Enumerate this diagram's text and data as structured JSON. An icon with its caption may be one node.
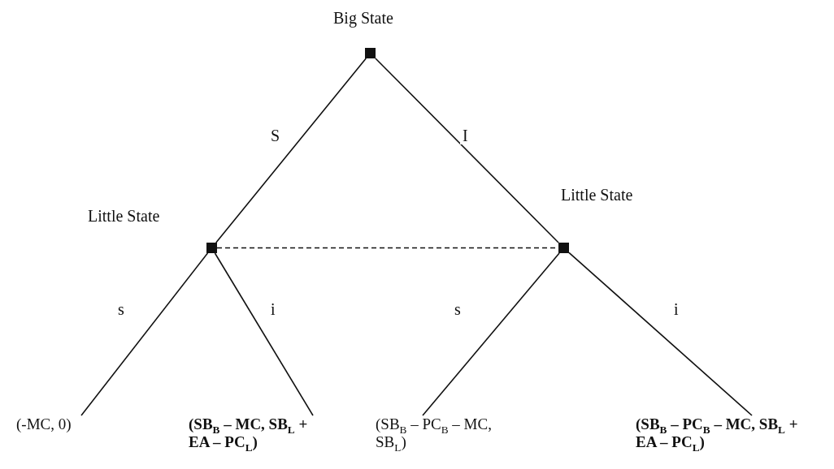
{
  "diagram": {
    "nodes": [
      {
        "text": [],
        "shape": "box",
        "beside": [
          "Big State"
        ]
      },
      {
        "text": [],
        "shape": "box",
        "beside": [
          "Little State"
        ]
      },
      {
        "text": [],
        "shape": "box",
        "beside": [
          "Little State"
        ]
      },
      {
        "text": [
          "(-MC, 0)"
        ]
      },
      {
        "text": [
          "(SB$_{B}$ – MC, SB$_{L}$ + EA – PC$_{L}$)"
        ]
      },
      {
        "text": [
          "(SB$_{B}$ – PC$_{B}$ – MC, SB$_{L}$)"
        ]
      },
      {
        "text": [
          "(SB$_{B}$ – PC$_{B}$ – MC, SB$_{L}$ + EA – PC$_{L}$)"
        ]
      }
    ],
    "edges": [
      {
        "from": 0,
        "to": 1,
        "arrow": "none",
        "label": "S"
      },
      {
        "from": 0,
        "to": 2,
        "arrow": "none",
        "label": "I"
      },
      {
        "from": 1,
        "to": 2,
        "arrow": "none",
        "style": "dashed"
      },
      {
        "from": 1,
        "to": 3,
        "arrow": "none",
        "label": "s"
      },
      {
        "from": 1,
        "to": 4,
        "arrow": "none",
        "label": "i"
      },
      {
        "from": 2,
        "to": 5,
        "arrow": "none",
        "label": "s"
      },
      {
        "from": 2,
        "to": 6,
        "arrow": "none",
        "label": "i"
      }
    ]
  }
}
